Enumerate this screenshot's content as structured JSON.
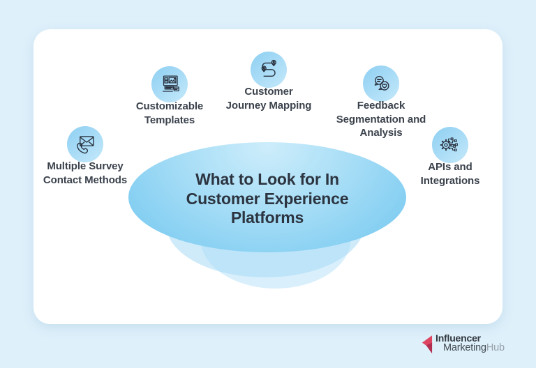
{
  "center": {
    "title": "What to Look for In\nCustomer Experience\nPlatforms"
  },
  "items": [
    {
      "id": "multiple-survey-contact-methods",
      "label": "Multiple Survey\nContact Methods",
      "icon": "phone-mail-icon"
    },
    {
      "id": "customizable-templates",
      "label": "Customizable\nTemplates",
      "icon": "website-template-icon"
    },
    {
      "id": "customer-journey-mapping",
      "label": "Customer\nJourney Mapping",
      "icon": "journey-path-pins-icon"
    },
    {
      "id": "feedback-segmentation-analysis",
      "label": "Feedback\nSegmentation and\nAnalysis",
      "icon": "chat-bubbles-heart-icon"
    },
    {
      "id": "apis-integrations",
      "label": "APIs and\nIntegrations",
      "icon": "gear-circuit-icon"
    }
  ],
  "logo": {
    "line1": "Influencer",
    "line2_bold": "Marketing",
    "line2_light": "Hub"
  },
  "colors": {
    "background": "#def0fa",
    "card": "#ffffff",
    "icon_circle": "#a6dcf6",
    "ellipse_top": "#cdedfb",
    "ellipse_bottom": "#7ccbf1",
    "title_text": "#2c3440",
    "label_text": "#3b424c",
    "icon_stroke": "#2a323f",
    "logo_red": "#dd4560",
    "logo_red_dark": "#b12e50",
    "logo_hub_gray": "#99a1a9"
  }
}
